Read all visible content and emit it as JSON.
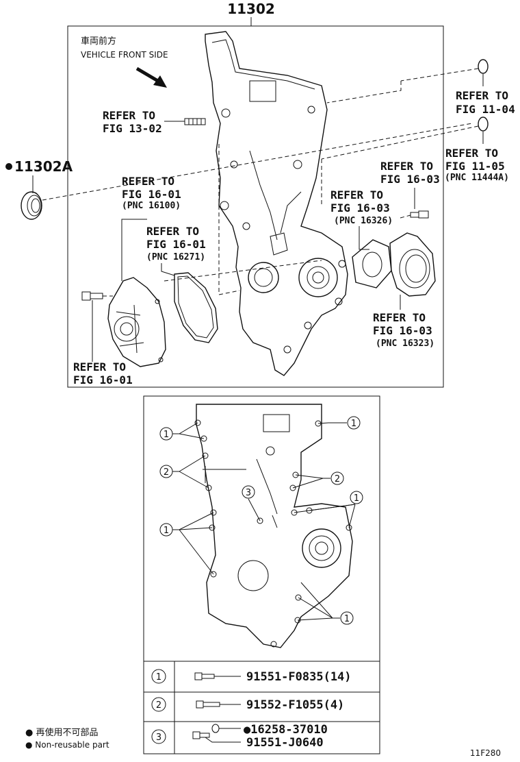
{
  "top": {
    "main_part_no": "11302",
    "seal_part_no": "11302A",
    "front_cn": "車両前方",
    "front_en": "VEHICLE FRONT SIDE"
  },
  "labels": {
    "ref_13_02_a": "REFER TO",
    "ref_13_02_b": "FIG 13-02",
    "ref_11_04_a": "REFER TO",
    "ref_11_04_b": "FIG 11-04",
    "ref_11_05_a": "REFER TO",
    "ref_11_05_b": "FIG 11-05",
    "ref_11_05_c": "(PNC 11444A)",
    "ref_16_03_top_a": "REFER TO",
    "ref_16_03_top_b": "FIG 16-03",
    "ref_16100_a": "REFER TO",
    "ref_16100_b": "FIG 16-01",
    "ref_16100_c": "(PNC 16100)",
    "ref_16271_a": "REFER TO",
    "ref_16271_b": "FIG 16-01",
    "ref_16271_c": "(PNC 16271)",
    "ref_16326_a": "REFER TO",
    "ref_16326_b": "FIG 16-03",
    "ref_16326_c": "(PNC 16326)",
    "ref_16323_a": "REFER TO",
    "ref_16323_b": "FIG 16-03",
    "ref_16323_c": "(PNC 16323)",
    "ref_bolt_a": "REFER TO",
    "ref_bolt_b": "FIG 16-01"
  },
  "callouts": {
    "one": "1",
    "two": "2",
    "three": "3"
  },
  "legend_table": [
    {
      "key": "1",
      "part": "91551-F0835(14)"
    },
    {
      "key": "2",
      "part": "91552-F1055(4)"
    },
    {
      "key": "3",
      "part": "●16258-37010",
      "part2": "91551-J0640"
    }
  ],
  "footnote": {
    "cn": "● 再使用不可部品",
    "en": "● Non-reusable part"
  },
  "figure_code": "11F280"
}
